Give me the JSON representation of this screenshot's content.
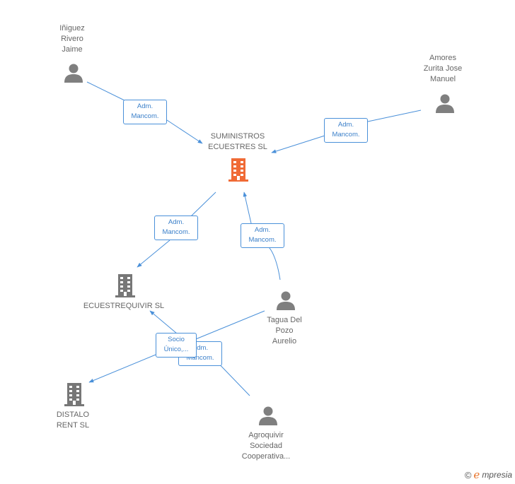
{
  "colors": {
    "edge": "#4a90d9",
    "person_icon": "#7f7f7f",
    "company_icon": "#777777",
    "company_focus_icon": "#f06a35",
    "label_text": "#666666"
  },
  "nodes": {
    "iniguez": {
      "label": "Iñiguez\nRivero\nJaime",
      "icon": "person-icon"
    },
    "amores": {
      "label": "Amores\nZurita Jose\nManuel",
      "icon": "person-icon"
    },
    "suministros": {
      "label": "SUMINISTROS\nECUESTRES SL",
      "icon": "building-icon"
    },
    "ecuestrequivir": {
      "label": "ECUESTREQUIVIR SL",
      "icon": "building-icon"
    },
    "tagua": {
      "label": "Tagua Del\nPozo\nAurelio",
      "icon": "person-icon"
    },
    "distalo": {
      "label": "DISTALO\nRENT SL",
      "icon": "building-icon"
    },
    "agroquivir": {
      "label": "Agroquivir\nSociedad\nCooperativa...",
      "icon": "person-icon"
    }
  },
  "edges": {
    "e1": "Adm.\nMancom.",
    "e2": "Adm.\nMancom.",
    "e3": "Adm.\nMancom.",
    "e4": "Adm.\nMancom.",
    "e5": "Adm.\nMancom.",
    "e6": "Socio\nÚnico,..."
  },
  "brand": {
    "copyright": "©",
    "initial": "e",
    "name": "mpresia"
  }
}
